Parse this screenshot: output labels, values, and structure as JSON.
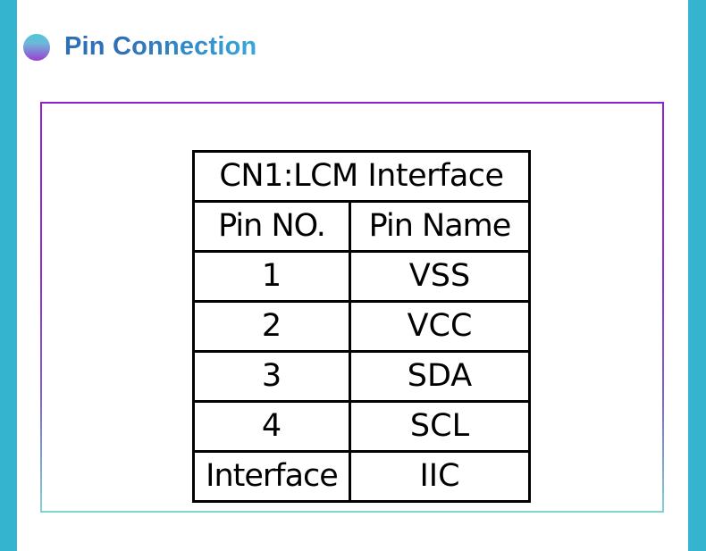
{
  "slide": {
    "title": "Pin Connection",
    "bullet_icon": "gradient-circle-bullet",
    "accent_strip_color": "#35b4cf",
    "title_gradient_from": "#2f6fb5",
    "title_gradient_to": "#3aa6d8",
    "panel_border_from": "#8f1fd0",
    "panel_border_to": "#7fd5d2"
  },
  "pin_table": {
    "caption": "CN1:LCM  Interface",
    "headers": [
      "Pin  NO.",
      "Pin  Name"
    ],
    "rows": [
      {
        "pin_no": "1",
        "pin_name": "VSS"
      },
      {
        "pin_no": "2",
        "pin_name": "VCC"
      },
      {
        "pin_no": "3",
        "pin_name": "SDA"
      },
      {
        "pin_no": "4",
        "pin_name": "SCL"
      },
      {
        "pin_no": "Interface",
        "pin_name": "IIC"
      }
    ]
  }
}
